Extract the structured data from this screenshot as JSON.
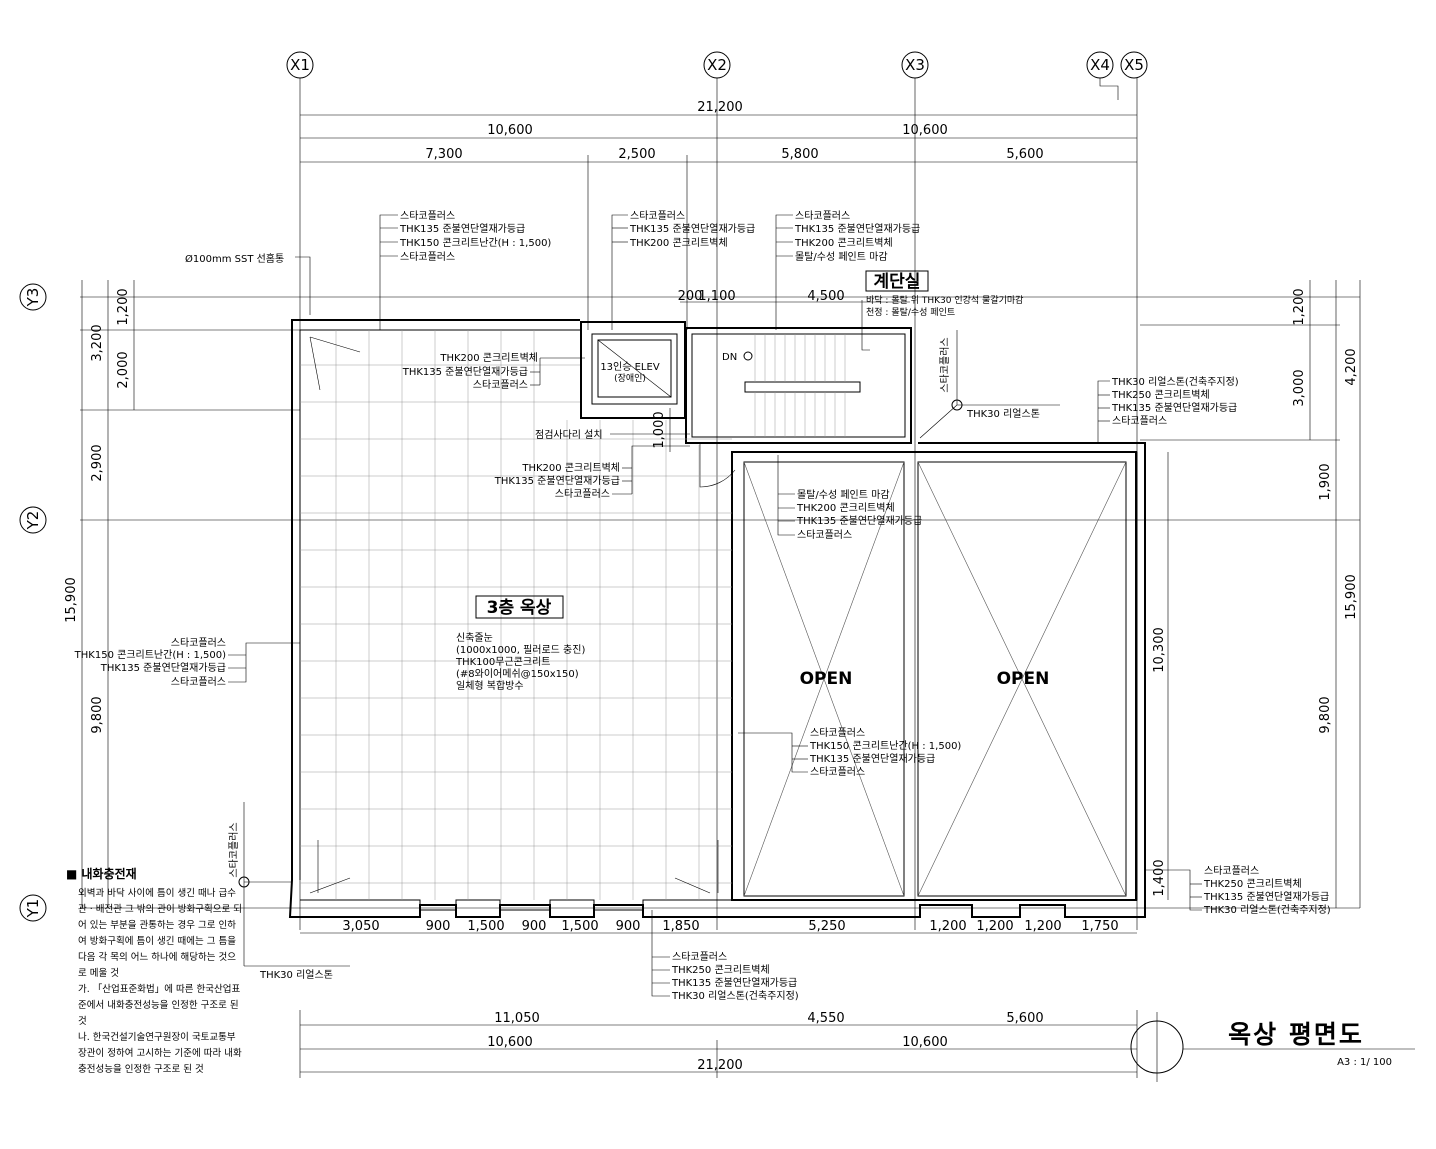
{
  "grid_bubbles": {
    "x": [
      "X1",
      "X2",
      "X3",
      "X4",
      "X5"
    ],
    "y": [
      "Y3",
      "Y2",
      "Y1"
    ]
  },
  "dimensions": {
    "top_total": "21,200",
    "top_half_left": "10,600",
    "top_half_right": "10,600",
    "top_seg": [
      "7,300",
      "2,500",
      "5,800",
      "5,600"
    ],
    "bottom_seg": [
      "3,050",
      "900",
      "1,500",
      "900",
      "1,500",
      "900",
      "1,850",
      "5,250",
      "1,200",
      "1,200",
      "1,200",
      "1,750"
    ],
    "bottom_mid": [
      "11,050",
      "4,550",
      "5,600"
    ],
    "bottom_half_left": "10,600",
    "bottom_half_right": "10,600",
    "bottom_total": "21,200",
    "left_total": "15,900",
    "left_a": [
      "3,200",
      "2,900",
      "9,800"
    ],
    "left_b": [
      "1,200",
      "2,000"
    ],
    "right_total": "15,900",
    "right_a": [
      "4,200"
    ],
    "right_b": [
      "1,200",
      "3,000",
      "1,900",
      "9,800"
    ],
    "interior": [
      "200",
      "1,100",
      "4,500",
      "1,000",
      "10,300",
      "1,400"
    ]
  },
  "labels": {
    "rain_pipe": "Ø100mm SST 선홈통",
    "callout_tl": [
      "스타코플러스",
      "THK135 준불연단열재가등급",
      "THK150 콘크리트난간(H : 1,500)",
      "스타코플러스"
    ],
    "callout_tc": [
      "스타코플러스",
      "THK135 준불연단열재가등급",
      "THK200 콘크리트벽체"
    ],
    "callout_tr": [
      "스타코플러스",
      "THK135 준불연단열재가등급",
      "THK200 콘크리트벽체",
      "몰탈/수성 페인트 마감"
    ],
    "stair_room": "계단실",
    "stair_room_spec": [
      "바닥 : 몰탈 위 THK30 인강석 물갈기마감",
      "천정 : 몰탈/수성 페인트"
    ],
    "elev_wall": [
      "THK200 콘크리트벽체",
      "THK135 준불연단열재가등급",
      "스타코플러스"
    ],
    "elev_name": "13인승 ELEV",
    "elev_sub": "(장애인)",
    "dn": "DN",
    "vertical_stucco": "스타코플러스",
    "thk30_right": "THK30 리얼스톤",
    "callout_right_upper": [
      "THK30 리얼스톤(건축주지정)",
      "THK250 콘크리트벽체",
      "THK135 준불연단열재가등급",
      "스타코플러스"
    ],
    "inspection": "점검사다리 설치",
    "callout_mid": [
      "THK200 콘크리트벽체",
      "THK135 준불연단열재가등급",
      "스타코플러스"
    ],
    "callout_open": [
      "몰탈/수성 페인트 마감",
      "THK200 콘크리트벽체",
      "THK135 준불연단열재가등급",
      "스타코플러스"
    ],
    "rooftop_name": "3층 옥상",
    "rooftop_spec": [
      "신축줄눈",
      "(1000x1000, 필러로드 충진)",
      "THK100무근콘크리트",
      "(#8와이어메쉬@150x150)",
      "일체형 복합방수"
    ],
    "open_1": "OPEN",
    "open_2": "OPEN",
    "callout_left": [
      "스타코플러스",
      "THK150 콘크리트난간(H : 1,500)",
      "THK135 준불연단열재가등급",
      "스타코플러스"
    ],
    "callout_center_low": [
      "스타코플러스",
      "THK150 콘크리트난간(H : 1,500)",
      "THK135 준불연단열재가등급",
      "스타코플러스"
    ],
    "callout_right_lower": [
      "스타코플러스",
      "THK250 콘크리트벽체",
      "THK135 준불연단열재가등급",
      "THK30 리얼스톤(건축주지정)"
    ],
    "callout_bottom": [
      "스타코플러스",
      "THK250 콘크리트벽체",
      "THK135 준불연단열재가등급",
      "THK30 리얼스톤(건축주지정)"
    ],
    "thk30_bottom_left": "THK30 리얼스톤",
    "vertical_stucco_left": "스타코플러스"
  },
  "notes": {
    "title": "■ 내화충전재",
    "paragraphs": [
      "외벽과 바닥 사이에 틈이 생긴 때나 급수관 · 배전관 그 밖의 관이 방화구획으로 되어 있는 부분을 관통하는 경우 그로 인하여 방화구획에 틈이 생긴 때에는 그 틈을 다음 각 목의 어느 하나에 해당하는 것으로 메울 것",
      "가. 「산업표준화법」에 따른 한국산업표준에서 내화충전성능을 인정한 구조로 된 것",
      "나. 한국건설기술연구원장이 국토교통부장관이 정하여 고시하는 기준에 따라 내화충전성능을 인정한 구조로 된 것"
    ]
  },
  "title_block": {
    "title": "옥상 평면도",
    "scale": "A3 : 1/ 100"
  }
}
